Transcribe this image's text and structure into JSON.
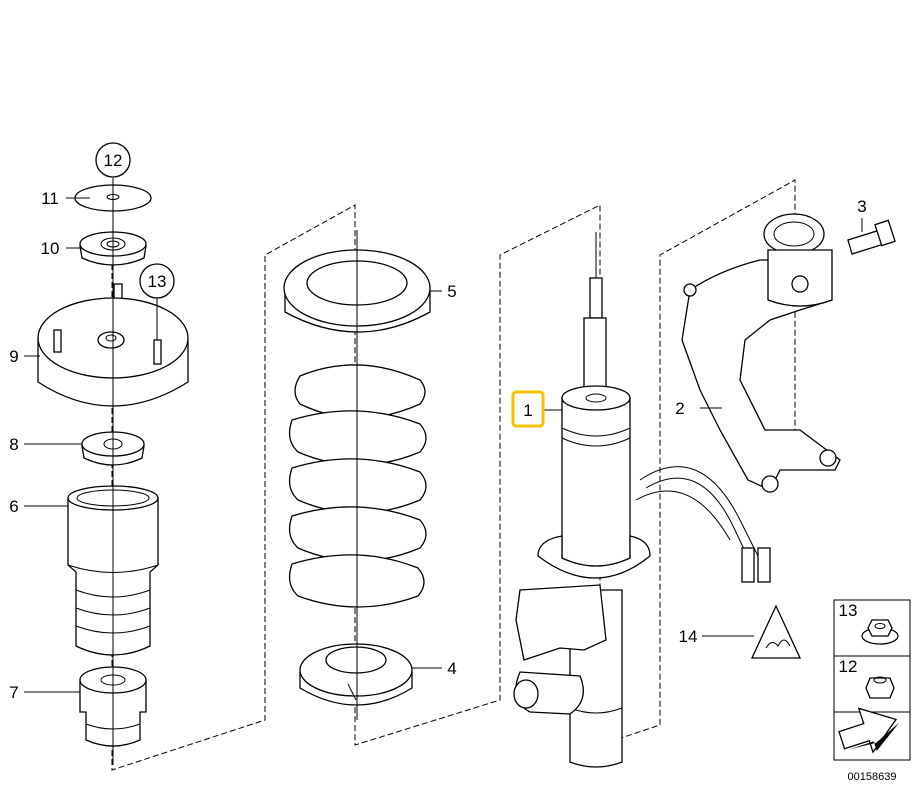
{
  "callouts": {
    "c1": "1",
    "c2": "2",
    "c3": "3",
    "c4": "4",
    "c5": "5",
    "c6": "6",
    "c7": "7",
    "c8": "8",
    "c9": "9",
    "c10": "10",
    "c11": "11",
    "c12": "12",
    "c13": "13",
    "c14": "14"
  },
  "legend": {
    "item13": "13",
    "item12": "12"
  },
  "reference": "00158639",
  "colors": {
    "highlight": "#f2c200",
    "line": "#000000",
    "background": "#ffffff"
  }
}
